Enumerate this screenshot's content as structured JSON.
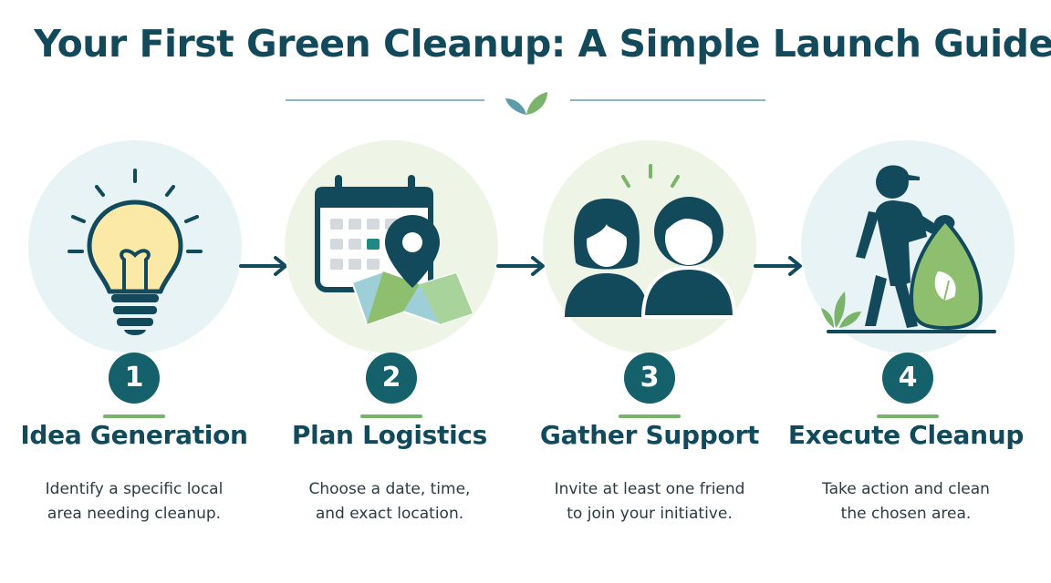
{
  "title": "Your First Green Cleanup: A Simple Launch Guide",
  "colors": {
    "primary": "#124a5c",
    "teal": "#14606b",
    "leaf": "#7ab36a",
    "bulb": "#fbe9a8",
    "circle_blue": "#e8f3f5",
    "circle_green": "#eef5e6"
  },
  "steps": [
    {
      "number": "1",
      "title": "Idea Generation",
      "desc_line1": "Identify a specific local",
      "desc_line2": "area needing cleanup.",
      "icon": "lightbulb-icon"
    },
    {
      "number": "2",
      "title": "Plan Logistics",
      "desc_line1": "Choose a date, time,",
      "desc_line2": "and exact location.",
      "icon": "calendar-map-icon"
    },
    {
      "number": "3",
      "title": "Gather Support",
      "desc_line1": "Invite at least one friend",
      "desc_line2": "to join your initiative.",
      "icon": "two-people-icon"
    },
    {
      "number": "4",
      "title": "Execute Cleanup",
      "desc_line1": "Take action and clean",
      "desc_line2": "the chosen area.",
      "icon": "person-trash-bag-icon"
    }
  ]
}
